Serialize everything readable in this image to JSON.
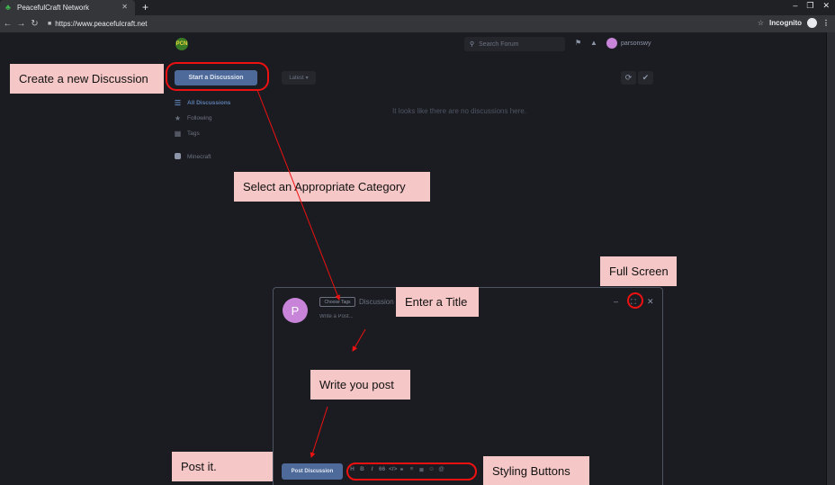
{
  "browser": {
    "tab_title": "PeacefulCraft Network",
    "url": "https://www.peacefulcraft.net",
    "profile_label": "Incognito"
  },
  "forum": {
    "logo_text": "PCN",
    "search_placeholder": "Search Forum",
    "username": "parsonswy",
    "start_discussion_label": "Start a Discussion",
    "sort_label": "Latest",
    "nav": {
      "all_discussions": "All Discussions",
      "following": "Following",
      "tags": "Tags",
      "minecraft": "Minecraft"
    },
    "empty_message": "It looks like there are no discussions here."
  },
  "composer": {
    "avatar_letter": "P",
    "choose_tags_label": "Choose Tags",
    "title_placeholder": "Discussion",
    "post_placeholder": "Write a Post...",
    "post_button_label": "Post Discussion",
    "style_buttons": [
      "H",
      "B",
      "I",
      "66",
      "</>",
      "link",
      "list",
      "olist",
      "emoji",
      "@"
    ]
  },
  "annotations": {
    "create": "Create a new Discussion",
    "category": "Select an Appropriate Category",
    "full_screen": "Full Screen",
    "title": "Enter a Title",
    "write": "Write you post",
    "post_it": "Post it.",
    "styling": "Styling Buttons"
  },
  "colors": {
    "page_bg": "#1b1c21",
    "primary_button": "#4d6a9a",
    "annotation_bg": "#f5c8c7",
    "annotation_ring": "#ee1111",
    "avatar": "#c884d8"
  }
}
